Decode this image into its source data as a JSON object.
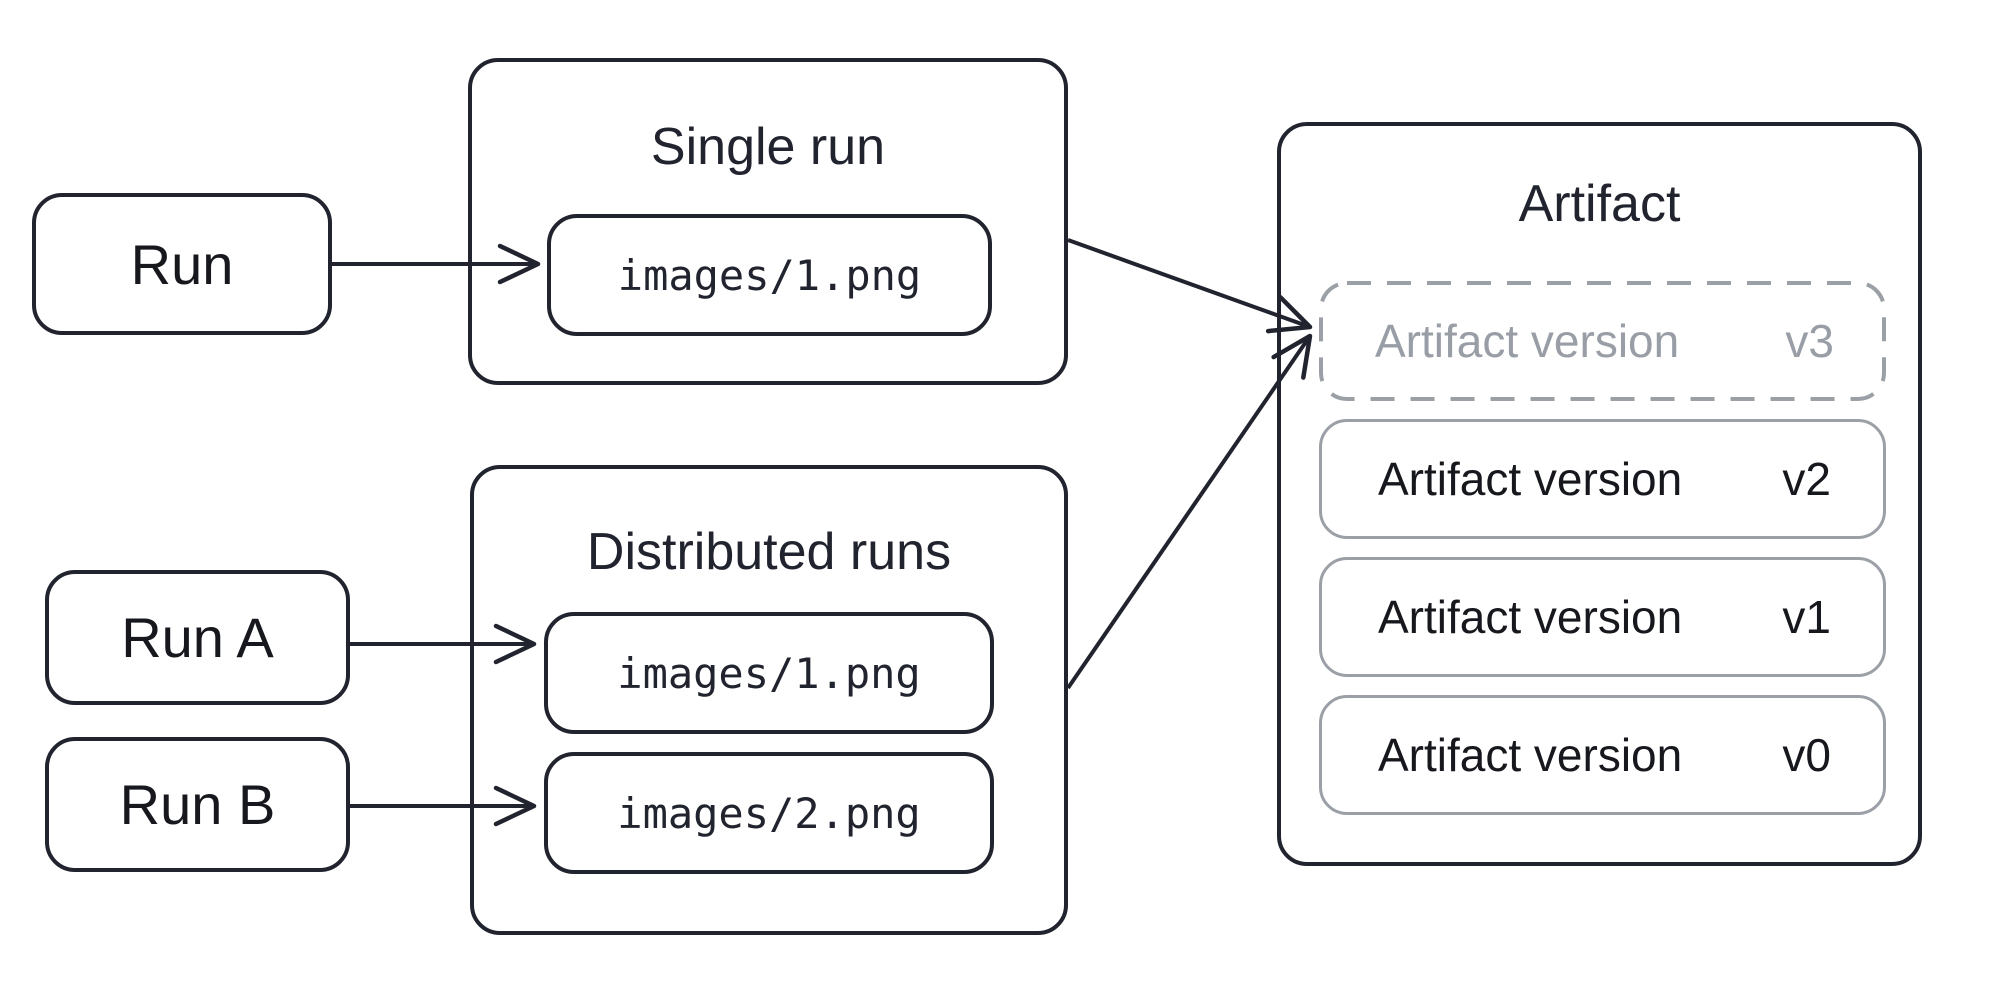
{
  "colors": {
    "stroke_dark": "#21242e",
    "stroke_gray": "#9aa0a6",
    "text_dark": "#16181d",
    "text_gray": "#999ea6"
  },
  "nodes": {
    "run": {
      "label": "Run"
    },
    "run_a": {
      "label": "Run A"
    },
    "run_b": {
      "label": "Run B"
    },
    "single_run": {
      "title": "Single run",
      "file": "images/1.png"
    },
    "distributed_runs": {
      "title": "Distributed runs",
      "files": [
        "images/1.png",
        "images/2.png"
      ]
    },
    "artifact": {
      "title": "Artifact",
      "versions": [
        {
          "label": "Artifact version",
          "tag": "v3",
          "state": "pending"
        },
        {
          "label": "Artifact version",
          "tag": "v2",
          "state": "committed"
        },
        {
          "label": "Artifact version",
          "tag": "v1",
          "state": "committed"
        },
        {
          "label": "Artifact version",
          "tag": "v0",
          "state": "committed"
        }
      ]
    }
  },
  "connections": [
    "Run -> Single run images/1.png",
    "Run A -> Distributed runs images/1.png",
    "Run B -> Distributed runs images/2.png",
    "Single run -> Artifact version v3",
    "Distributed runs -> Artifact version v3"
  ]
}
